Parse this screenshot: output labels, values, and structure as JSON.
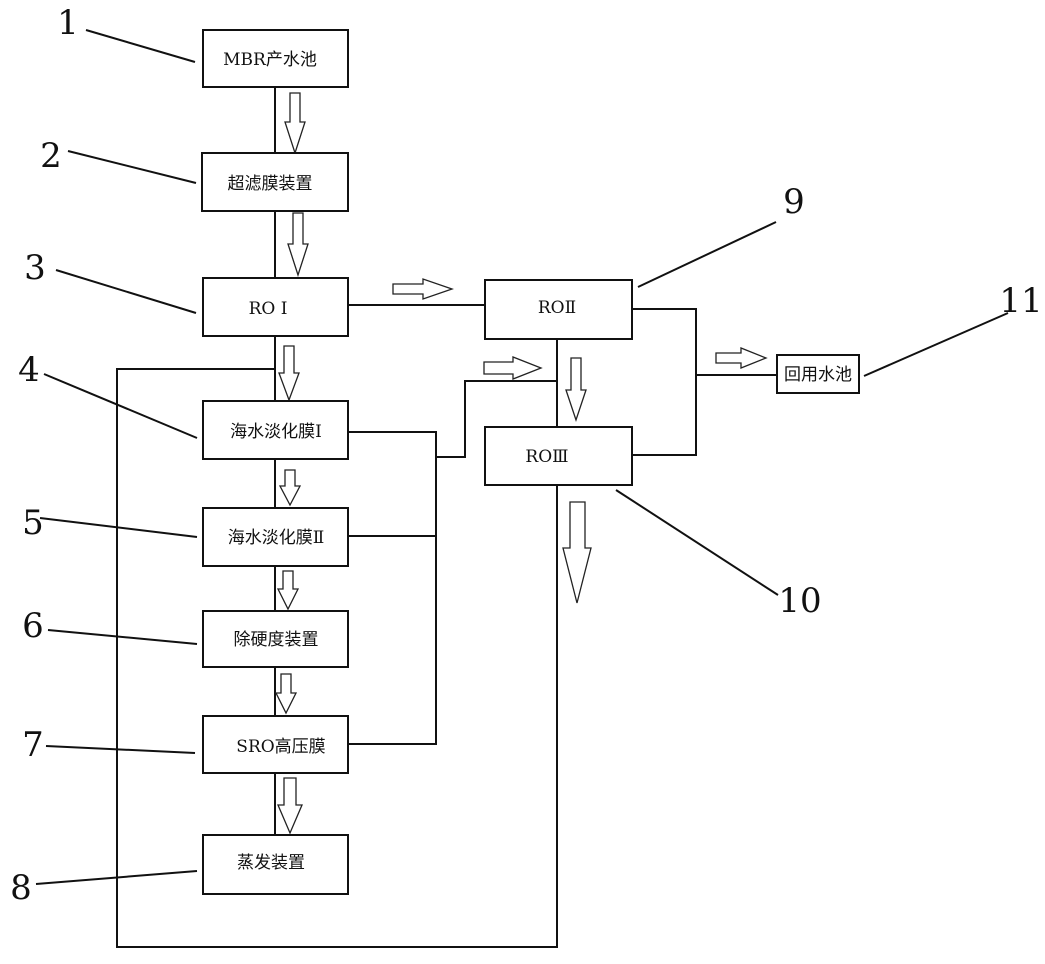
{
  "boxes": {
    "mbr_tank": "MBR产水池",
    "ultrafiltration": "超滤膜装置",
    "ro1": "RO Ⅰ",
    "seawater_membrane_1": "海水淡化膜Ⅰ",
    "seawater_membrane_2": "海水淡化膜Ⅱ",
    "hardness_removal": "除硬度装置",
    "sro_membrane": "SRO高压膜",
    "evaporation": "蒸发装置",
    "ro2": "ROⅡ",
    "ro3": "ROⅢ",
    "reuse_tank": "回用水池"
  },
  "callouts": [
    "1",
    "2",
    "3",
    "4",
    "5",
    "6",
    "7",
    "8",
    "9",
    "10",
    "11"
  ]
}
